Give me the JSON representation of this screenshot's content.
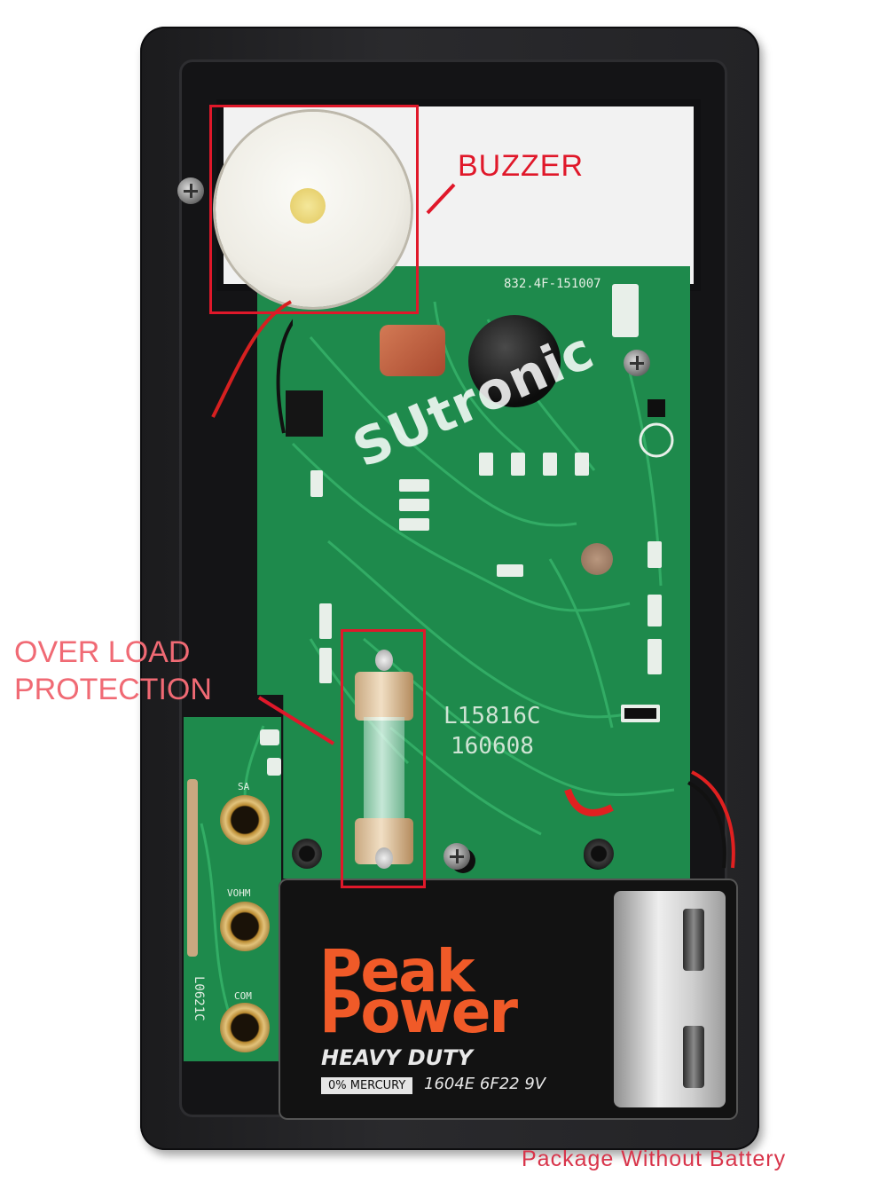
{
  "labels": {
    "buzzer": "BUZZER",
    "overload_line1": "OVER LOAD",
    "overload_line2": "PROTECTION",
    "watermark": "SUtronic",
    "footer": "Package Without Battery"
  },
  "battery": {
    "brand_line1": "Peak",
    "brand_line2": "Power",
    "duty": "HEAVY DUTY",
    "mercury": "0% MERCURY",
    "model": "1604E  6F22  9V"
  },
  "pcb_silkscreen": {
    "board_code": "832.4F-151007",
    "board_id": "L15816C",
    "date_code": "160608",
    "left_board_id": "L0621C",
    "jack_labels": [
      "SA",
      "VOHM",
      "COM"
    ]
  },
  "colors": {
    "highlight": "#e0182a",
    "pcb": "#1e8a4c",
    "battery_brand": "#f05a28"
  }
}
